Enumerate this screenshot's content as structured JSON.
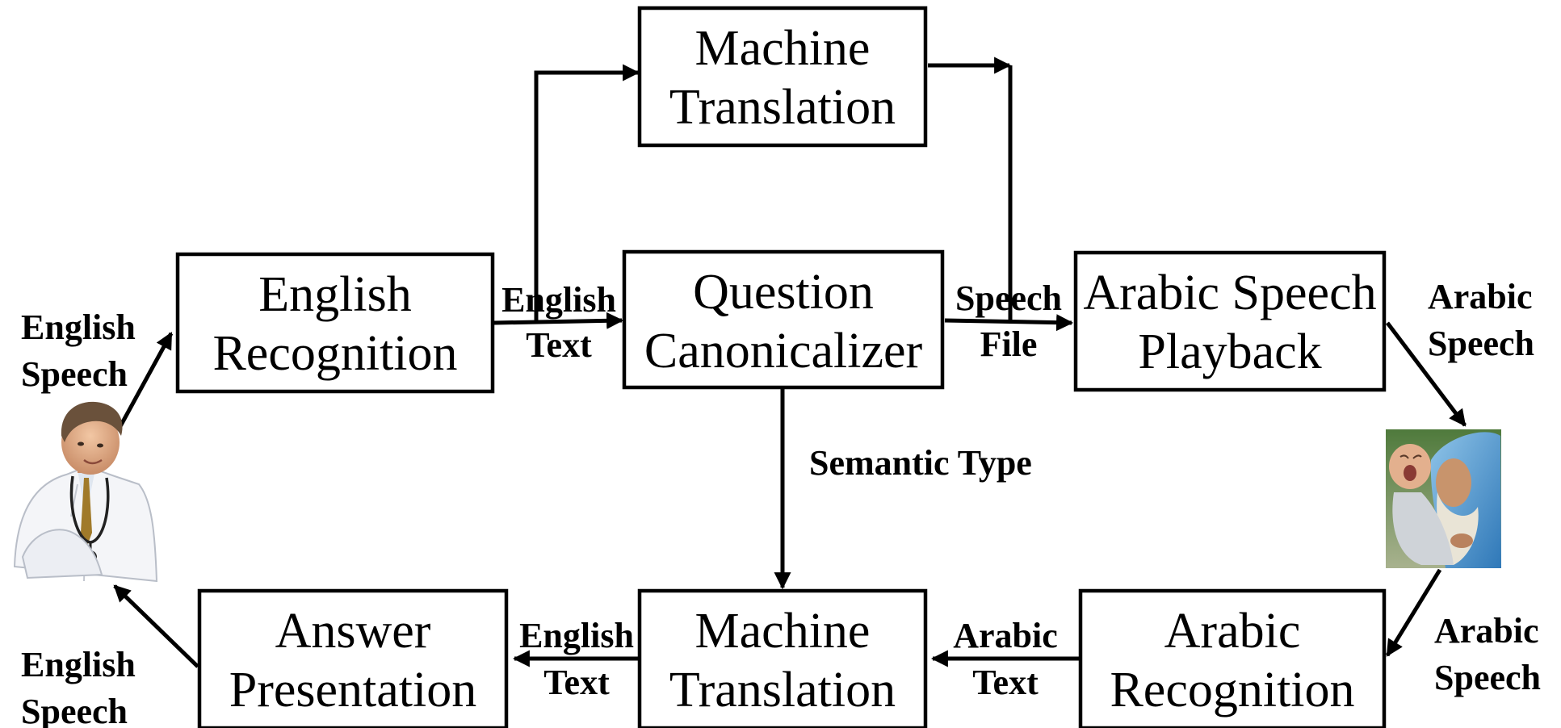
{
  "boxes": {
    "machine_translation_top": [
      "Machine",
      "Translation"
    ],
    "english_recognition": [
      "English",
      "Recognition"
    ],
    "question_canonicalizer": [
      "Question",
      "Canonicalizer"
    ],
    "arabic_speech_playback": [
      "Arabic Speech",
      "Playback"
    ],
    "answer_presentation": [
      "Answer",
      "Presentation"
    ],
    "machine_translation_bottom": [
      "Machine",
      "Translation"
    ],
    "arabic_recognition": [
      "Arabic",
      "Recognition"
    ]
  },
  "labels": {
    "english_speech_in": [
      "English",
      "Speech"
    ],
    "english_text_top": [
      "English",
      "Text"
    ],
    "speech_file": [
      "Speech",
      "File"
    ],
    "arabic_speech_out": [
      "Arabic",
      "Speech"
    ],
    "semantic_type": "Semantic Type",
    "arabic_speech_in": [
      "Arabic",
      "Speech"
    ],
    "arabic_text": [
      "Arabic",
      "Text"
    ],
    "english_text_bottom": [
      "English",
      "Text"
    ],
    "english_speech_out": [
      "English",
      "Speech"
    ]
  },
  "images": {
    "left_person": "doctor-with-stethoscope",
    "right_person": "woman-holding-crying-baby"
  }
}
